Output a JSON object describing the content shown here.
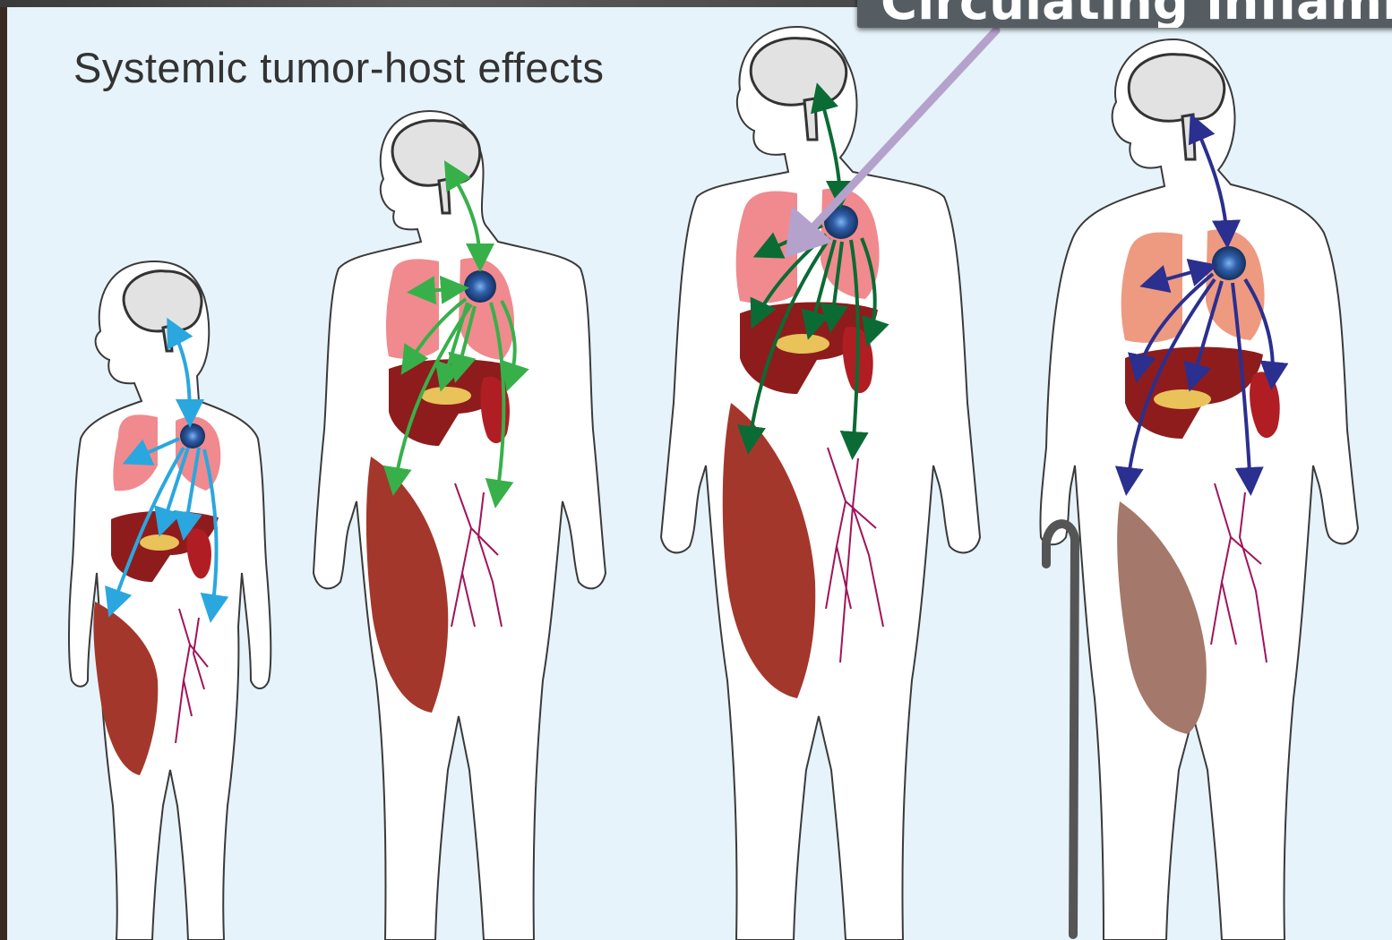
{
  "title": "Systemic tumor-host effects",
  "callout": {
    "text": "Circulating inflamm"
  },
  "colors": {
    "background": "#e6f3fa",
    "child_arrows": "#2aa7df",
    "adult_arrows": "#38b04a",
    "mature_arrows": "#0b6b34",
    "elder_arrows": "#2b2f8f",
    "callout_arrow": "#b4a2cc",
    "lungs": "#f08a8e",
    "liver": "#8e1c1c",
    "muscle": "#a4372b",
    "lymph": "#a0145a",
    "pancreas": "#e9c25a",
    "tumor": "#2e5ea8"
  },
  "figures": [
    {
      "name": "child",
      "arrow_color_key": "child_arrows"
    },
    {
      "name": "young-adult",
      "arrow_color_key": "adult_arrows"
    },
    {
      "name": "adult",
      "arrow_color_key": "mature_arrows"
    },
    {
      "name": "elderly",
      "arrow_color_key": "elder_arrows",
      "accessory": "cane-icon"
    }
  ]
}
